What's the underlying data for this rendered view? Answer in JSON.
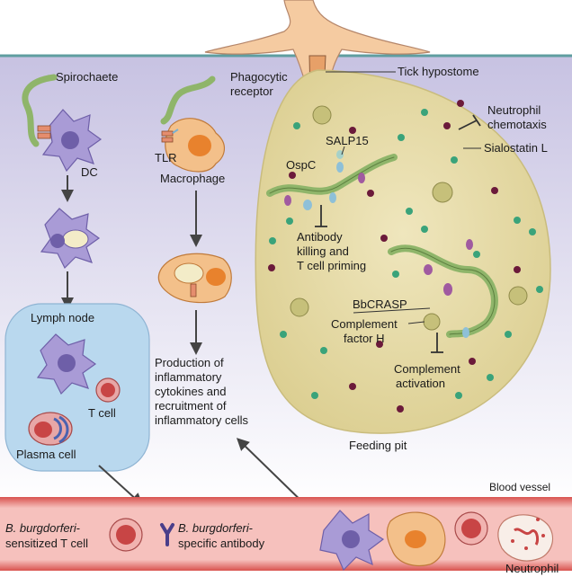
{
  "labels": {
    "spirochaete": "Spirochaete",
    "dc": "DC",
    "phagocytic_receptor_1": "Phagocytic",
    "phagocytic_receptor_2": "receptor",
    "tlr": "TLR",
    "macrophage": "Macrophage",
    "tick_hypostome": "Tick hypostome",
    "neutrophil_chemotaxis_1": "Neutrophil",
    "neutrophil_chemotaxis_2": "chemotaxis",
    "sialostatin": "Sialostatin L",
    "salp15": "SALP15",
    "ospc": "OspC",
    "antibody_killing_1": "Antibody",
    "antibody_killing_2": "killing and",
    "antibody_killing_3": "T cell priming",
    "bbcrasp": "BbCRASP",
    "complement_factor_1": "Complement",
    "complement_factor_2": "factor H",
    "complement_activation_1": "Complement",
    "complement_activation_2": "activation",
    "lymph_node": "Lymph node",
    "t_cell": "T cell",
    "plasma_cell": "Plasma cell",
    "production_1": "Production of",
    "production_2": "inflammatory",
    "production_3": "cytokines and",
    "production_4": "recruitment of",
    "production_5": "inflammatory cells",
    "feeding_pit": "Feeding pit",
    "blood_vessel": "Blood vessel",
    "sensitized_1_italic": "B. burgdorferi",
    "sensitized_1_plain": "-",
    "sensitized_2": "sensitized T cell",
    "specific_1_italic": "B. burgdorferi",
    "specific_1_plain": "-",
    "specific_2": "specific antibody",
    "neutrophil": "Neutrophil"
  },
  "colors": {
    "skin_band": "#d7d4e8",
    "skin_line": "#5f9ea0",
    "feeding_pit": "#e6dcae",
    "feeding_pit_edge": "#c9bc7d",
    "lymph_node": "#b9d8ee",
    "blood_vessel": "#cf4a4a",
    "spirochaete": "#8fb56a",
    "cell_purple": "#a99bd6",
    "cell_orange": "#f3c08a",
    "nucleus_orange": "#e8822d",
    "dot_maroon": "#6b1a3a",
    "dot_green": "#3aa37a",
    "arrow": "#444444"
  },
  "icons": [
    "tick-mouthpart-icon",
    "spirochaete-icon",
    "dendritic-cell-icon",
    "macrophage-icon",
    "t-cell-icon",
    "plasma-cell-icon",
    "antibody-icon",
    "neutrophil-icon"
  ]
}
